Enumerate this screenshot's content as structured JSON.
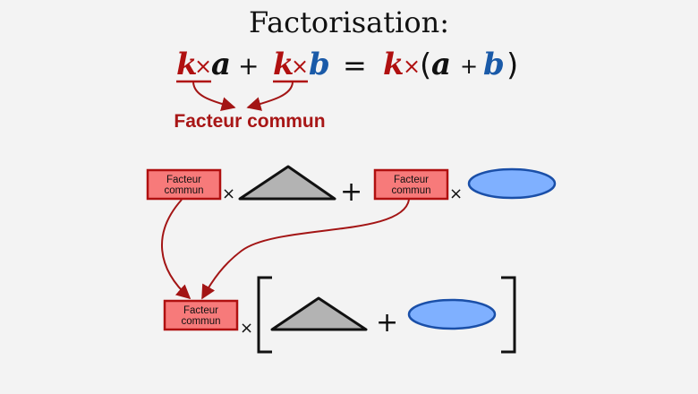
{
  "title": "Factorisation:",
  "equation": {
    "k": "k",
    "a": "a",
    "b": "b",
    "times": "×",
    "plus": "+",
    "equals": "=",
    "lparen": "(",
    "rparen": ")"
  },
  "common_factor_label": "Facteur commun",
  "box": {
    "line1": "Facteur",
    "line2": "commun"
  },
  "symbols": {
    "times": "×",
    "plus": "+"
  },
  "colors": {
    "factor_red": "#b01010",
    "b_blue": "#1a5aa8",
    "box_fill": "#f77a7a",
    "box_border": "#b01010",
    "triangle_fill": "#b3b3b3",
    "ellipse_fill": "#7fb0ff",
    "ellipse_border": "#1a4fa8",
    "arrow": "#a31515"
  }
}
